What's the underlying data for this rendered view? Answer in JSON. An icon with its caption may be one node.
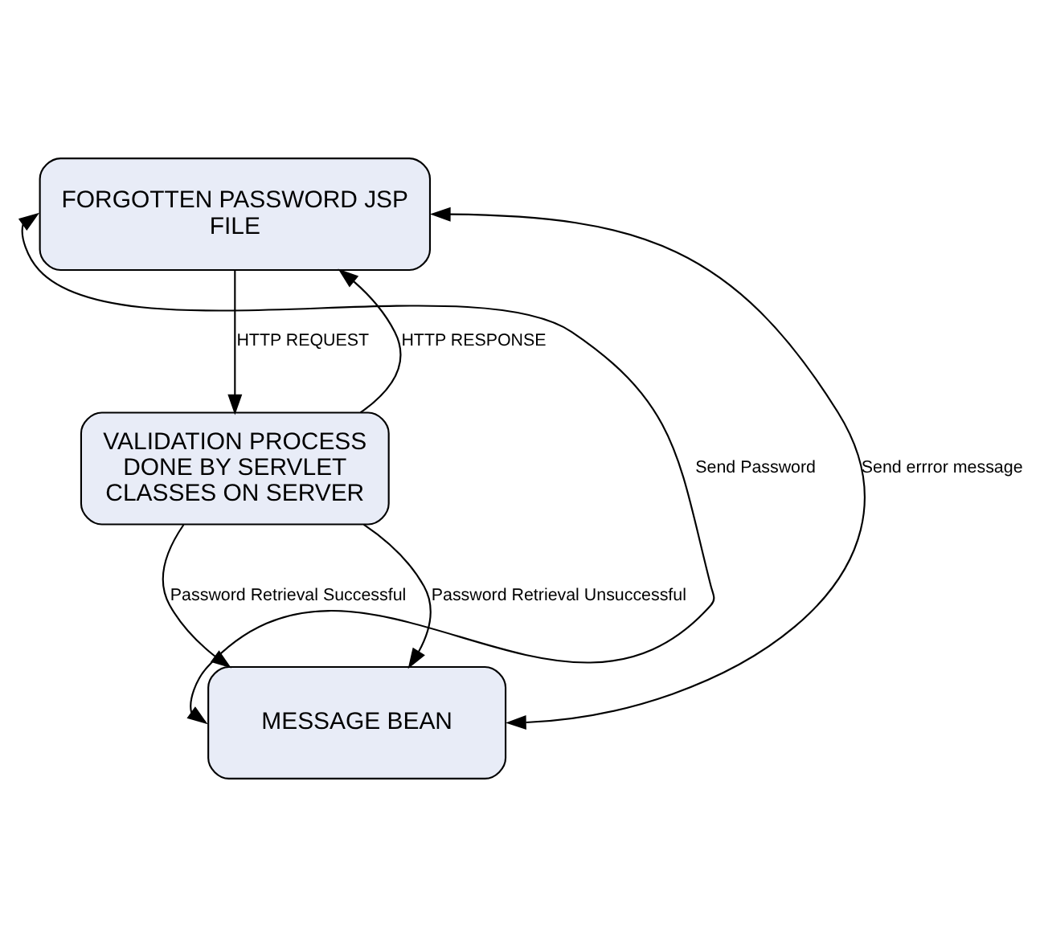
{
  "diagram": {
    "nodes": [
      {
        "text": [
          "FORGOTTEN PASSWORD JSP FILE"
        ]
      },
      {
        "text": [
          "VALIDATION PROCESS DONE BY SERVLET CLASSES ON SERVER"
        ]
      },
      {
        "text": [
          "MESSAGE BEAN"
        ]
      }
    ],
    "edges": [
      {
        "from": 1,
        "to": 0,
        "arrow": "to",
        "label": "HTTP RESPONSE"
      },
      {
        "from": 0,
        "to": 1,
        "arrow": "to",
        "label": "HTTP REQUEST"
      },
      {
        "from": 1,
        "to": 2,
        "arrow": "to",
        "label": "Password Retrieval Successful"
      },
      {
        "from": 1,
        "to": 2,
        "arrow": "to",
        "label": "Password Retrieval Unsuccessful"
      },
      {
        "from": 2,
        "to": 0,
        "arrow": "both",
        "label": "Send Password"
      },
      {
        "from": 2,
        "to": 0,
        "arrow": "both",
        "label": "Send errror message"
      }
    ]
  }
}
